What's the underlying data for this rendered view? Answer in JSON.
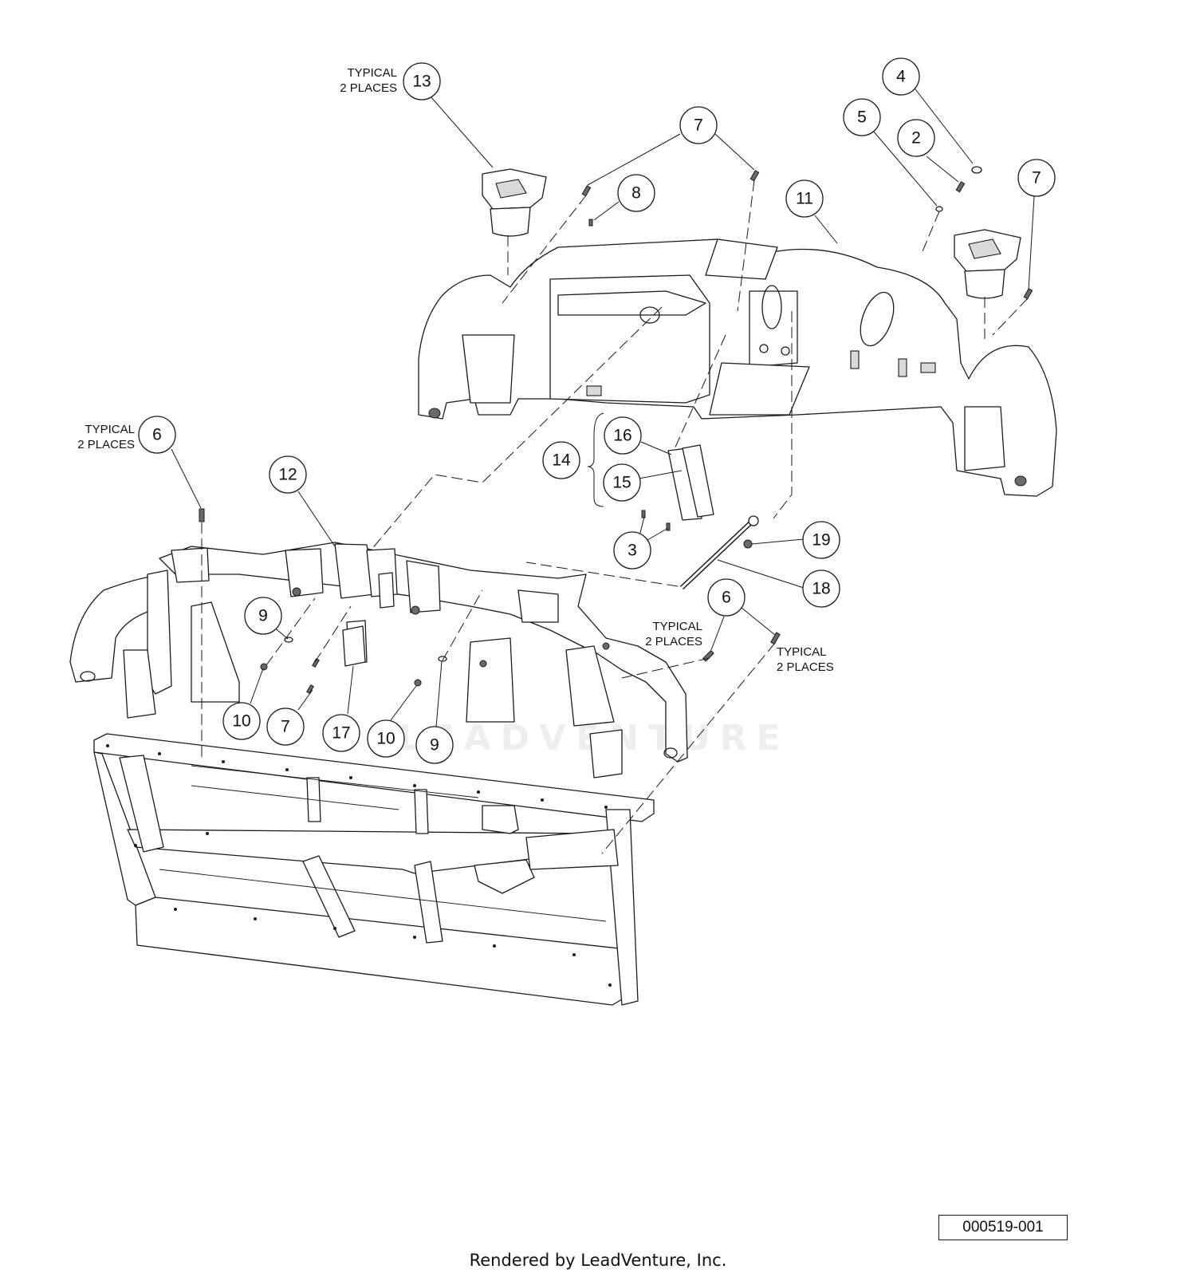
{
  "diagram": {
    "watermark": "LEADVENTURE",
    "callouts": [
      {
        "id": "c13",
        "label": "13"
      },
      {
        "id": "c4",
        "label": "4"
      },
      {
        "id": "c5",
        "label": "5"
      },
      {
        "id": "c2",
        "label": "2"
      },
      {
        "id": "c7a",
        "label": "7"
      },
      {
        "id": "c7b",
        "label": "7"
      },
      {
        "id": "c8",
        "label": "8"
      },
      {
        "id": "c11",
        "label": "11"
      },
      {
        "id": "c6a",
        "label": "6"
      },
      {
        "id": "c12",
        "label": "12"
      },
      {
        "id": "c16",
        "label": "16"
      },
      {
        "id": "c14",
        "label": "14"
      },
      {
        "id": "c15",
        "label": "15"
      },
      {
        "id": "c3",
        "label": "3"
      },
      {
        "id": "c19",
        "label": "19"
      },
      {
        "id": "c18",
        "label": "18"
      },
      {
        "id": "c6b",
        "label": "6"
      },
      {
        "id": "c9a",
        "label": "9"
      },
      {
        "id": "c10a",
        "label": "10"
      },
      {
        "id": "c7c",
        "label": "7"
      },
      {
        "id": "c17",
        "label": "17"
      },
      {
        "id": "c10b",
        "label": "10"
      },
      {
        "id": "c9b",
        "label": "9"
      }
    ],
    "notes": {
      "n13_line1": "TYPICAL",
      "n13_line2": "2 PLACES",
      "n6a_line1": "TYPICAL",
      "n6a_line2": "2 PLACES",
      "n6b_line1": "TYPICAL",
      "n6b_line2": "2 PLACES",
      "n6c_line1": "TYPICAL",
      "n6c_line2": "2 PLACES"
    }
  },
  "drawing_number": "000519-001",
  "footer": "Rendered by LeadVenture, Inc."
}
